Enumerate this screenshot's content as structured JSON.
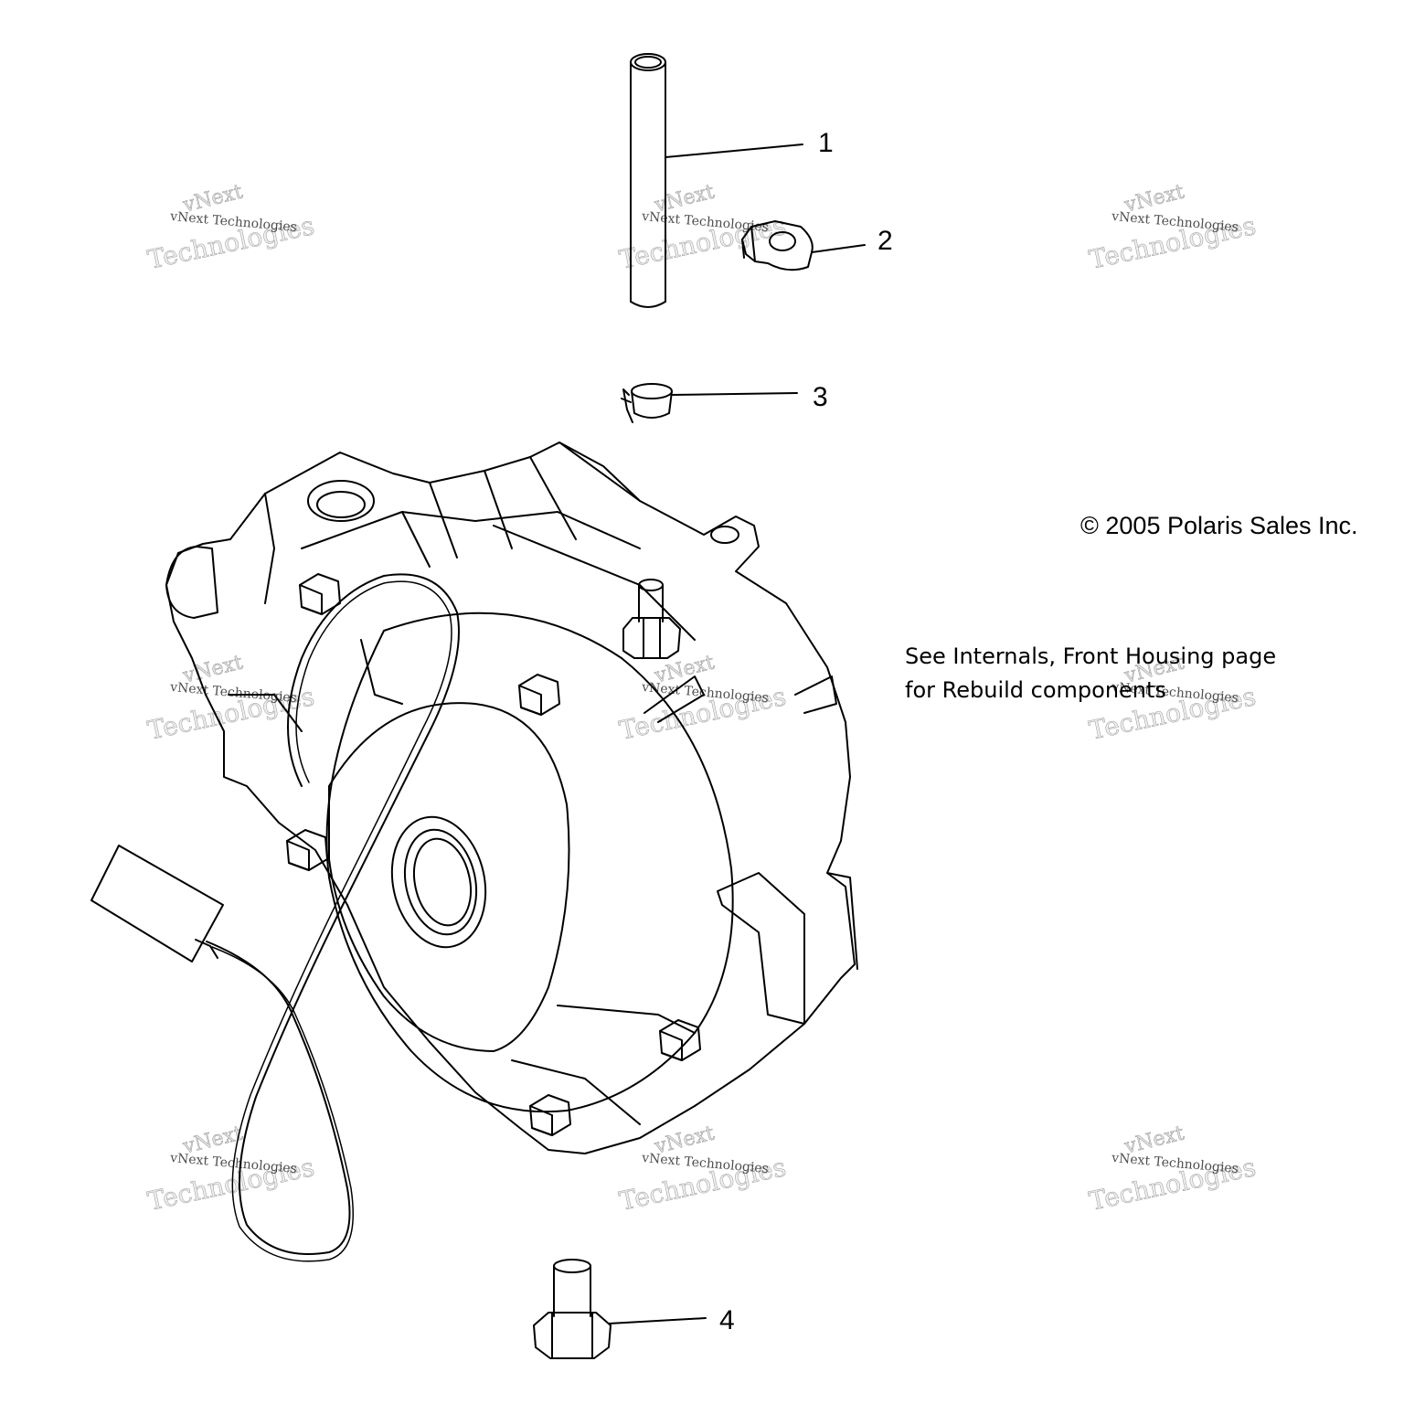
{
  "callouts": {
    "c1": "1",
    "c2": "2",
    "c3": "3",
    "c4": "4"
  },
  "copyright": "© 2005 Polaris Sales Inc.",
  "note": {
    "line1": "See Internals, Front Housing page",
    "line2": "for Rebuild components"
  },
  "watermark": {
    "line1": "vNext",
    "line2": "vNext Technologies",
    "line3": "Technologies"
  },
  "colors": {
    "ink": "#000000",
    "paper": "#ffffff"
  }
}
